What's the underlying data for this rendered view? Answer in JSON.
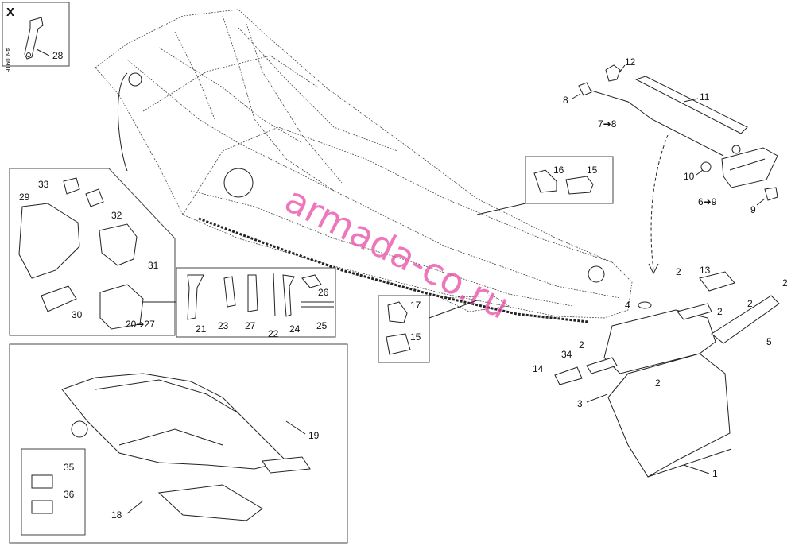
{
  "header": {
    "x_mark": "X",
    "ref_code": "46L0916"
  },
  "watermark": "armada-co.ru",
  "callouts": {
    "c28": "28",
    "c12": "12",
    "c11": "11",
    "c8": "8",
    "c7_8": "7➔8",
    "c10": "10",
    "c6_9": "6➔9",
    "c9": "9",
    "c16": "16",
    "c15a": "15",
    "c33": "33",
    "c29": "29",
    "c32": "32",
    "c31": "31",
    "c30": "30",
    "c20_27": "20➔27",
    "c26": "26",
    "c21": "21",
    "c23": "23",
    "c27": "27",
    "c22": "22",
    "c24": "24",
    "c25": "25",
    "c17": "17",
    "c15b": "15",
    "c4": "4",
    "c2a": "2",
    "c13": "13",
    "c2b": "2",
    "c2c": "2",
    "c2d": "2",
    "c5": "5",
    "c2e": "2",
    "c34": "34",
    "c2f": "2",
    "c14": "14",
    "c3": "3",
    "c1": "1",
    "c19": "19",
    "c35": "35",
    "c36": "36",
    "c18": "18"
  }
}
